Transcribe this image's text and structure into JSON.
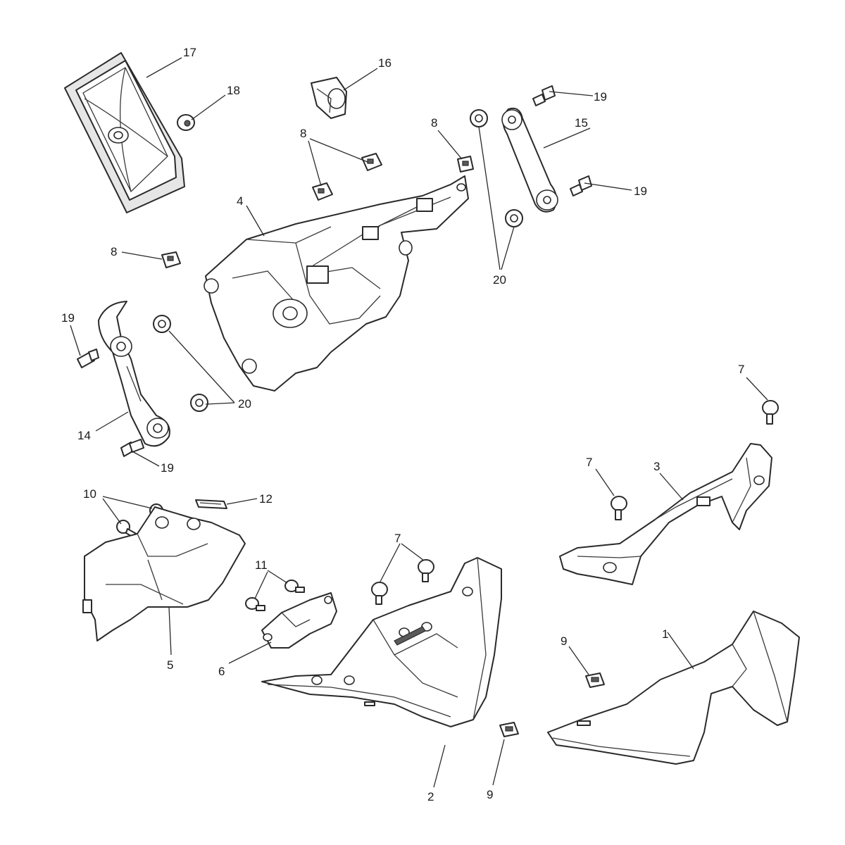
{
  "diagram": {
    "callouts": [
      {
        "id": "c17",
        "label": "17"
      },
      {
        "id": "c18",
        "label": "18"
      },
      {
        "id": "c16",
        "label": "16"
      },
      {
        "id": "c8a",
        "label": "8"
      },
      {
        "id": "c8b",
        "label": "8"
      },
      {
        "id": "c19a",
        "label": "19"
      },
      {
        "id": "c15",
        "label": "15"
      },
      {
        "id": "c19b",
        "label": "19"
      },
      {
        "id": "c4",
        "label": "4"
      },
      {
        "id": "c20a",
        "label": "20"
      },
      {
        "id": "c8c",
        "label": "8"
      },
      {
        "id": "c19c",
        "label": "19"
      },
      {
        "id": "c20b",
        "label": "20"
      },
      {
        "id": "c14",
        "label": "14"
      },
      {
        "id": "c19d",
        "label": "19"
      },
      {
        "id": "c7a",
        "label": "7"
      },
      {
        "id": "c7b",
        "label": "7"
      },
      {
        "id": "c3",
        "label": "3"
      },
      {
        "id": "c10",
        "label": "10"
      },
      {
        "id": "c12",
        "label": "12"
      },
      {
        "id": "c7c",
        "label": "7"
      },
      {
        "id": "c11",
        "label": "11"
      },
      {
        "id": "c9a",
        "label": "9"
      },
      {
        "id": "c1",
        "label": "1"
      },
      {
        "id": "c5",
        "label": "5"
      },
      {
        "id": "c6",
        "label": "6"
      },
      {
        "id": "c2",
        "label": "2"
      },
      {
        "id": "c9b",
        "label": "9"
      }
    ]
  }
}
